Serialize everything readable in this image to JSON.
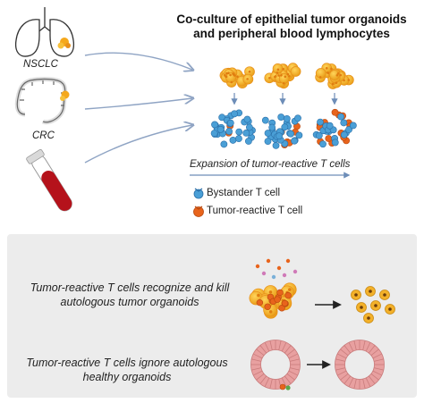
{
  "title": "Co-culture of epithelial tumor organoids and peripheral blood lymphocytes",
  "sources": [
    {
      "label": "NSCLC",
      "icon": "lungs-icon"
    },
    {
      "label": "CRC",
      "icon": "colon-icon"
    },
    {
      "label": "",
      "icon": "blood-tube-icon"
    }
  ],
  "expansion_label": "Expansion of tumor-reactive T cells",
  "legend": [
    {
      "label": "Bystander T cell",
      "color": "#4a9fd6"
    },
    {
      "label": "Tumor-reactive T cell",
      "color": "#e8641c"
    }
  ],
  "panel": {
    "tumor_text": "Tumor-reactive T cells recognize and kill autologous tumor organoids",
    "healthy_text": "Tumor-reactive T cells ignore autologous healthy organoids"
  },
  "colors": {
    "organoid": "#f5b01e",
    "organoid_dark": "#e8901a",
    "bystander": "#4a9fd6",
    "reactive": "#e8641c",
    "healthy_organoid": "#e8a0a0",
    "arrow": "#8fa4c4",
    "panel_bg": "#ececec",
    "blood": "#b5121b"
  }
}
